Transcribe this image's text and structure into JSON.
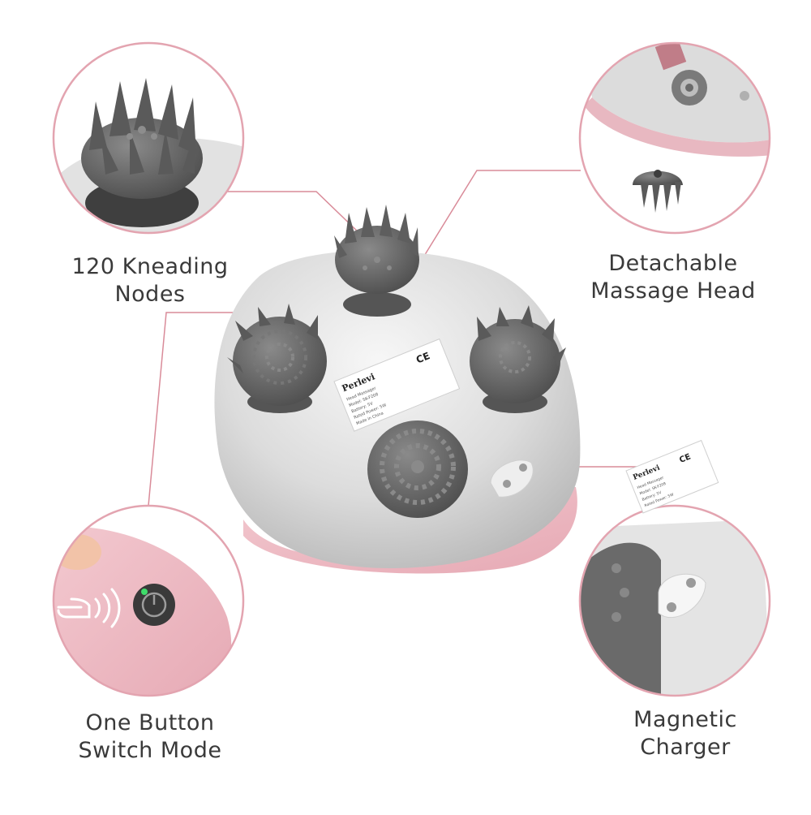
{
  "features": {
    "kneading": {
      "line1": "120 Kneading",
      "line2": "Nodes",
      "icon": "massage-nodes-icon"
    },
    "detachable": {
      "line1": "Detachable",
      "line2": "Massage Head",
      "icon": "massage-head-icon"
    },
    "one_button": {
      "line1": "One Button",
      "line2": "Switch Mode",
      "icon": "power-button-icon"
    },
    "charger": {
      "line1": "Magnetic",
      "line2": "Charger",
      "icon": "magnetic-charger-icon"
    }
  },
  "product_label": {
    "brand": "Perlevi",
    "lines": [
      "Head Massager",
      "Model: SK-F208",
      "Battery: 5V",
      "Rated Power: 5W",
      "Made in China"
    ],
    "mark": "CE"
  },
  "colors": {
    "accent_line": "#d98b99",
    "circle_border": "#e3a4b0",
    "device_body": "#d9d9d9",
    "node_gray": "#6b6b6b",
    "pink_base": "#e9b3bd"
  }
}
